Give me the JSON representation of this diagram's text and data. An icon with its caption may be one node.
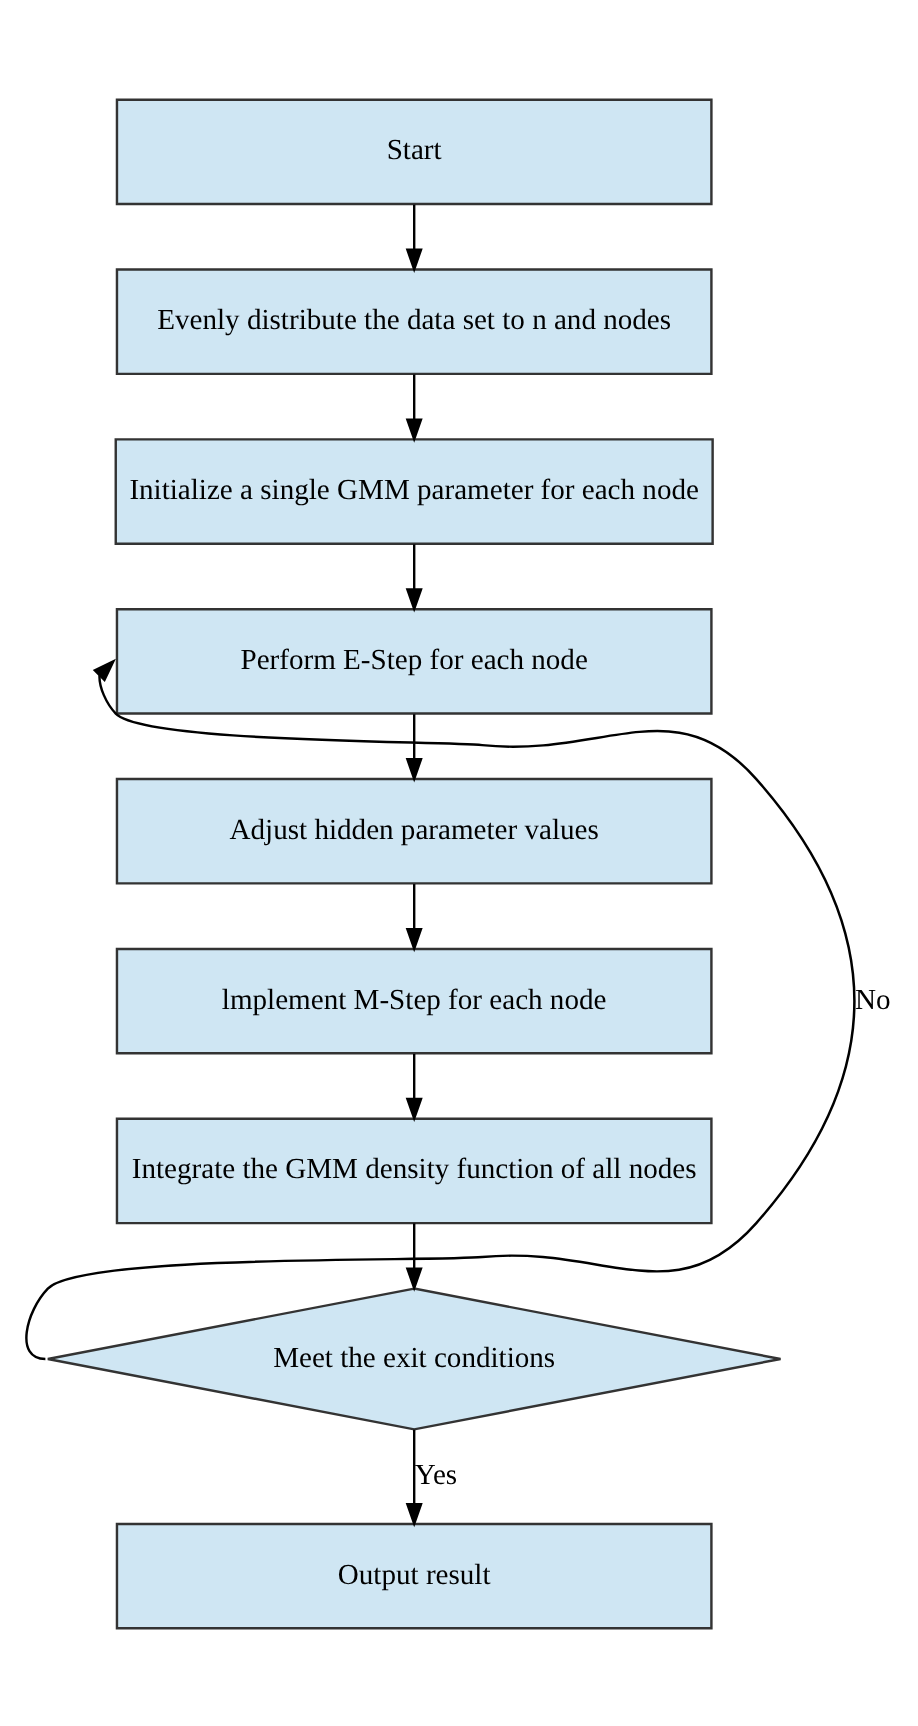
{
  "diagram": {
    "nodes": [
      {
        "text": [
          "Start"
        ]
      },
      {
        "text": [
          "Evenly distribute the data set to n and nodes"
        ]
      },
      {
        "text": [
          "Initialize a single GMM parameter for each node"
        ]
      },
      {
        "text": [
          "Perform E-Step for each node"
        ]
      },
      {
        "text": [
          "Adjust hidden parameter values"
        ]
      },
      {
        "text": [
          "lmplement M-Step for each node"
        ]
      },
      {
        "text": [
          "Integrate the GMM density function of all nodes"
        ]
      },
      {
        "text": [
          "Meet the exit conditions"
        ]
      },
      {
        "text": [
          "Output result"
        ]
      }
    ],
    "edges": [
      {
        "from": 0,
        "to": 1,
        "arrow": "to"
      },
      {
        "from": 1,
        "to": 2,
        "arrow": "to"
      },
      {
        "from": 2,
        "to": 3,
        "arrow": "to"
      },
      {
        "from": 3,
        "to": 4,
        "arrow": "to"
      },
      {
        "from": 4,
        "to": 5,
        "arrow": "to"
      },
      {
        "from": 5,
        "to": 6,
        "arrow": "to"
      },
      {
        "from": 6,
        "to": 7,
        "arrow": "to"
      },
      {
        "from": 7,
        "to": 8,
        "arrow": "to",
        "label": "Yes"
      },
      {
        "from": 7,
        "to": 3,
        "arrow": "to",
        "label": "No"
      }
    ]
  }
}
